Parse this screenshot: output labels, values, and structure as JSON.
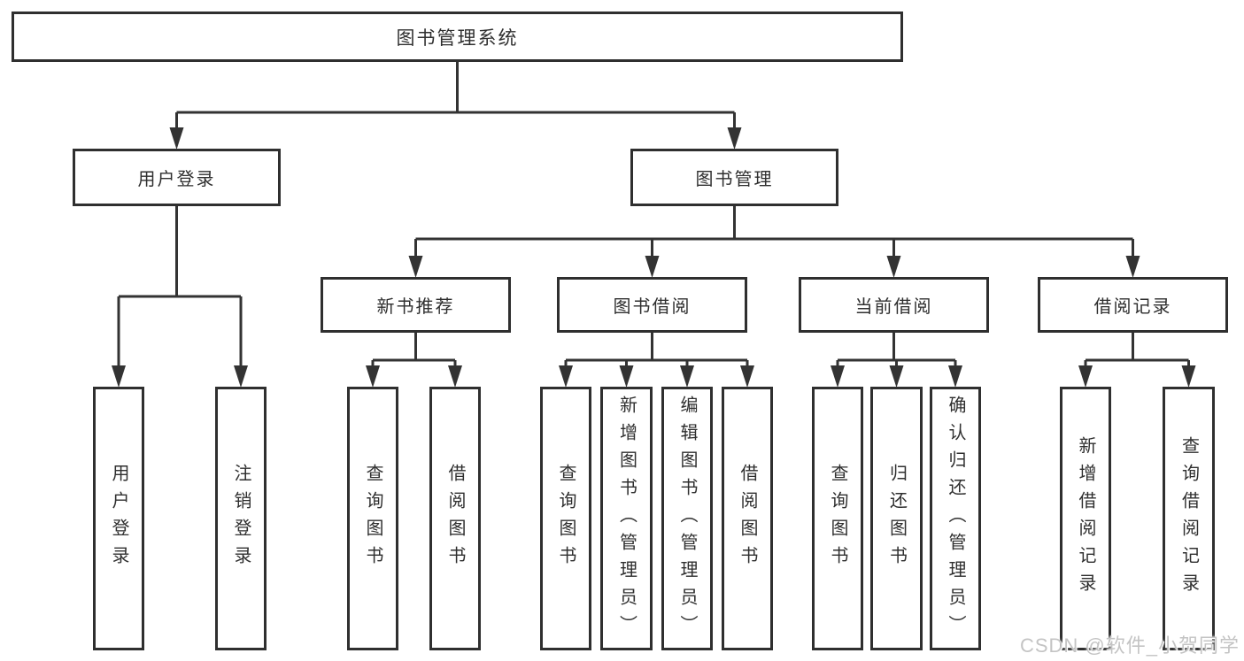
{
  "diagram": {
    "nodes": [
      {
        "id": "library-system",
        "label": "图书管理系统",
        "level": 1,
        "orientation": "h"
      },
      {
        "id": "user-login",
        "label": "用户登录",
        "level": 2,
        "orientation": "h"
      },
      {
        "id": "book-management",
        "label": "图书管理",
        "level": 2,
        "orientation": "h"
      },
      {
        "id": "new-book-recommendation",
        "label": "新书推荐",
        "level": 3,
        "orientation": "h"
      },
      {
        "id": "book-borrowing",
        "label": "图书借阅",
        "level": 3,
        "orientation": "h"
      },
      {
        "id": "current-borrowing",
        "label": "当前借阅",
        "level": 3,
        "orientation": "h"
      },
      {
        "id": "borrowing-records",
        "label": "借阅记录",
        "level": 3,
        "orientation": "h"
      },
      {
        "id": "leaf-user-login",
        "label": "用户登录",
        "level": 4,
        "orientation": "v"
      },
      {
        "id": "leaf-logout-login",
        "label": "注销登录",
        "level": 4,
        "orientation": "v"
      },
      {
        "id": "leaf-query-books-recommend",
        "label": "查询图书",
        "level": 4,
        "orientation": "v"
      },
      {
        "id": "leaf-borrow-books-recommend",
        "label": "借阅图书",
        "level": 4,
        "orientation": "v"
      },
      {
        "id": "leaf-query-books-borrowing",
        "label": "查询图书",
        "level": 4,
        "orientation": "v"
      },
      {
        "id": "leaf-add-books-admin",
        "label": "新增图书（管理员）",
        "level": 4,
        "orientation": "v"
      },
      {
        "id": "leaf-edit-books-admin",
        "label": "编辑图书（管理员）",
        "level": 4,
        "orientation": "v"
      },
      {
        "id": "leaf-borrow-books-borrowing",
        "label": "借阅图书",
        "level": 4,
        "orientation": "v"
      },
      {
        "id": "leaf-query-books-current",
        "label": "查询图书",
        "level": 4,
        "orientation": "v"
      },
      {
        "id": "leaf-return-books",
        "label": "归还图书",
        "level": 4,
        "orientation": "v"
      },
      {
        "id": "leaf-confirm-return-admin",
        "label": "确认归还（管理员）",
        "level": 4,
        "orientation": "v"
      },
      {
        "id": "leaf-add-borrow-record",
        "label": "新增借阅记录",
        "level": 4,
        "orientation": "v"
      },
      {
        "id": "leaf-query-borrow-record",
        "label": "查询借阅记录",
        "level": 4,
        "orientation": "v"
      }
    ],
    "edges": [
      {
        "from": "library-system",
        "to": [
          "user-login",
          "book-management"
        ]
      },
      {
        "from": "user-login",
        "to": [
          "leaf-user-login",
          "leaf-logout-login"
        ]
      },
      {
        "from": "book-management",
        "to": [
          "new-book-recommendation",
          "book-borrowing",
          "current-borrowing",
          "borrowing-records"
        ]
      },
      {
        "from": "new-book-recommendation",
        "to": [
          "leaf-query-books-recommend",
          "leaf-borrow-books-recommend"
        ]
      },
      {
        "from": "book-borrowing",
        "to": [
          "leaf-query-books-borrowing",
          "leaf-add-books-admin",
          "leaf-edit-books-admin",
          "leaf-borrow-books-borrowing"
        ]
      },
      {
        "from": "current-borrowing",
        "to": [
          "leaf-query-books-current",
          "leaf-return-books",
          "leaf-confirm-return-admin"
        ]
      },
      {
        "from": "borrowing-records",
        "to": [
          "leaf-add-borrow-record",
          "leaf-query-borrow-record"
        ]
      }
    ]
  },
  "watermark": {
    "text": "CSDN @软件_小贺同学"
  },
  "colors": {
    "line": "#333333",
    "box_border": "#2f2f2f",
    "text": "#2f2f2f",
    "watermark": "#c4c4c4",
    "background": "#ffffff"
  }
}
